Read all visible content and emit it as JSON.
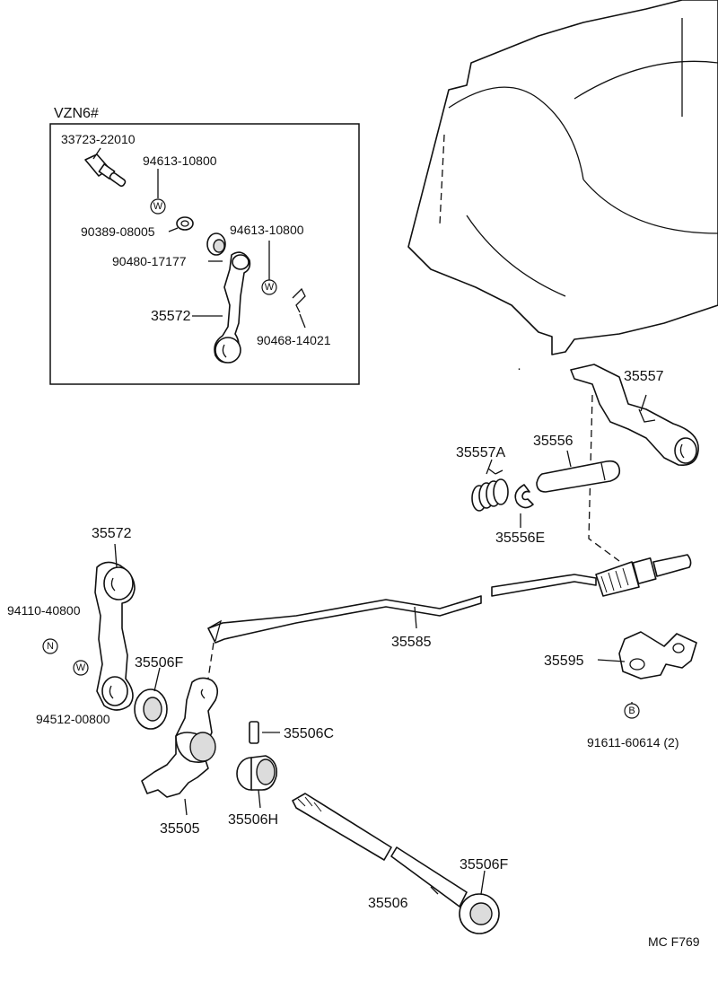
{
  "inset": {
    "title": "VZN6#",
    "labels": {
      "p33723": "33723-22010",
      "p94613a": "94613-10800",
      "p90389": "90389-08005",
      "p94613b": "94613-10800",
      "p90480": "90480-17177",
      "p35572": "35572",
      "p90468": "90468-14021"
    },
    "symbols": {
      "w1": "W",
      "w2": "W"
    }
  },
  "main": {
    "labels": {
      "p35557": "35557",
      "p35557A": "35557A",
      "p35556": "35556",
      "p35556E": "35556E",
      "p35572": "35572",
      "p94110": "94110-40800",
      "p35506F_a": "35506F",
      "p94512": "94512-00800",
      "p35585": "35585",
      "p35595": "35595",
      "p91611": "91611-60614 (2)",
      "p35506C": "35506C",
      "p35505": "35505",
      "p35506H": "35506H",
      "p35506F_b": "35506F",
      "p35506": "35506"
    },
    "symbols": {
      "n": "N",
      "w": "W",
      "b": "B"
    }
  },
  "footer": {
    "code": "MC  F769"
  }
}
